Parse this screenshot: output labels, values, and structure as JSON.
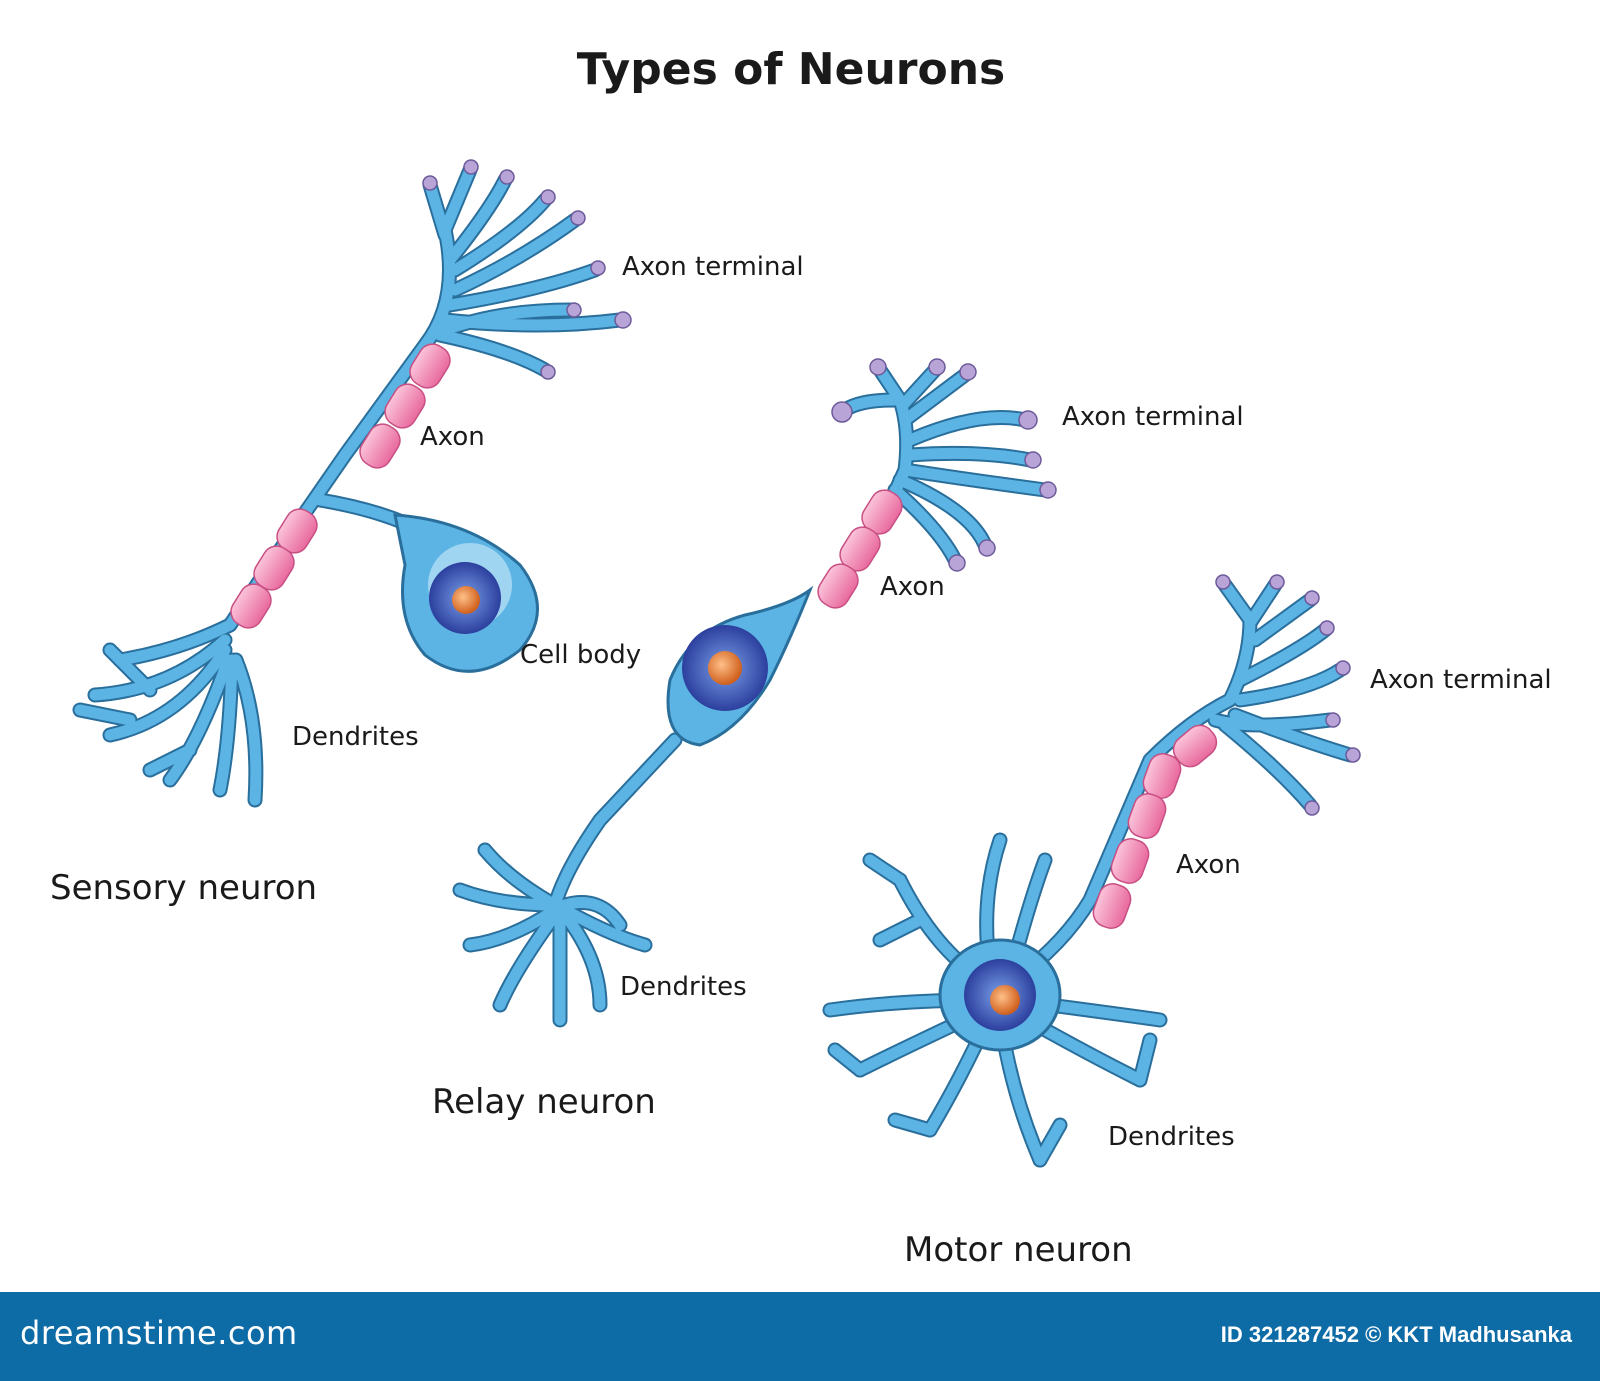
{
  "title": "Types of Neurons",
  "neurons": [
    {
      "name": "Sensory neuron",
      "labels": {
        "axon_terminal": "Axon terminal",
        "axon": "Axon",
        "cell_body": "Cell body",
        "dendrites": "Dendrites"
      }
    },
    {
      "name": "Relay neuron",
      "labels": {
        "axon_terminal": "Axon terminal",
        "axon": "Axon",
        "dendrites": "Dendrites"
      }
    },
    {
      "name": "Motor neuron",
      "labels": {
        "axon_terminal": "Axon terminal",
        "axon": "Axon",
        "dendrites": "Dendrites"
      }
    }
  ],
  "footer": {
    "brand": "dreamstime.com",
    "credit": "ID 321287452 © KKT Madhusanka"
  },
  "colors": {
    "membrane": "#5bb4e4",
    "membrane_outline": "#2a6f9c",
    "myelin": "#f08cb4",
    "nucleus": "#3d56b8",
    "nucleolus": "#e0782e",
    "terminal_knob": "#b9a4d8",
    "footer": "#0d6ba6"
  }
}
